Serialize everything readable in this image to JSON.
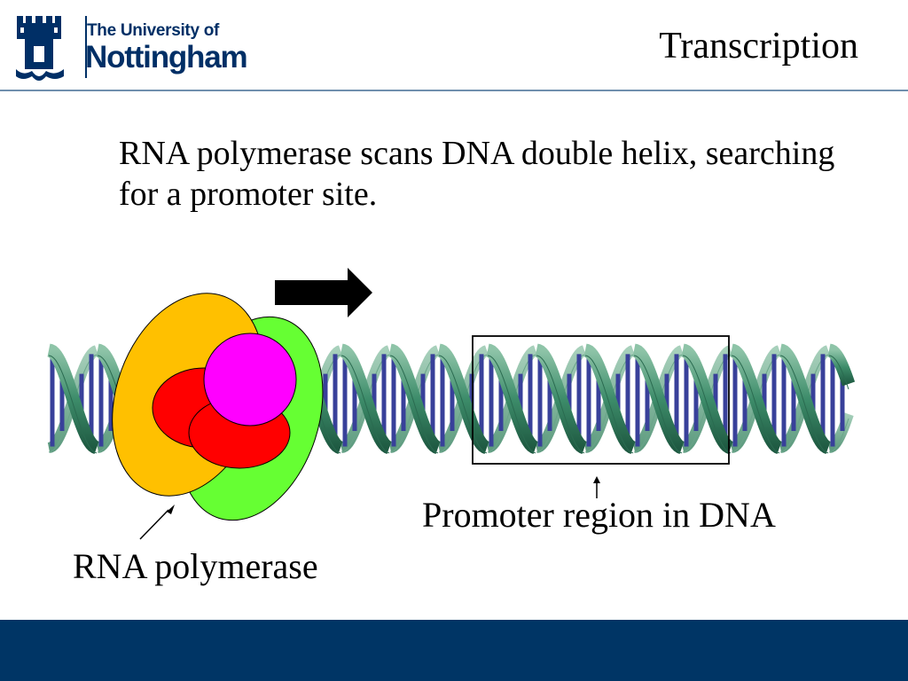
{
  "header": {
    "logo_line1": "The University of",
    "logo_line2": "Nottingham",
    "title": "Transcription"
  },
  "body": {
    "text": "RNA polymerase scans DNA double helix, searching for a promoter site."
  },
  "diagram": {
    "labels": {
      "promoter": "Promoter region in DNA",
      "polymerase": "RNA polymerase"
    },
    "colors": {
      "dna_backbone": "#3d8c6a",
      "dna_backbone_light": "#8ec4a8",
      "dna_base_pairs": "#38409a",
      "polymerase_orange": "#ffc000",
      "polymerase_green": "#66ff33",
      "polymerase_red": "#ff0000",
      "polymerase_magenta": "#ff00ff",
      "direction_arrow": "#000000",
      "footer": "#003565",
      "brand_blue": "#002f66"
    },
    "icons": [
      "university-crest-icon",
      "direction-arrow-icon"
    ]
  }
}
